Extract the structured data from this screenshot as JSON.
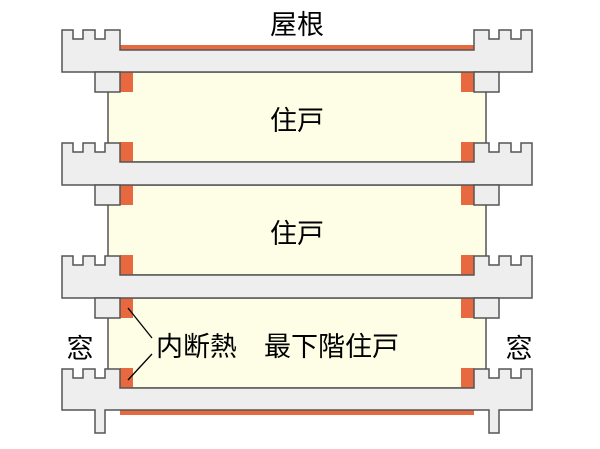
{
  "labels": {
    "roof": "屋根",
    "unit_upper": "住戸",
    "unit_middle": "住戸",
    "unit_bottom": "最下階住戸",
    "inner_insulation": "内断熱",
    "window_left": "窓",
    "window_right": "窓"
  },
  "colors": {
    "concrete": "#eeeeee",
    "outline": "#555555",
    "room": "#fefde6",
    "insulation": "#e8693f",
    "text": "#000000"
  }
}
